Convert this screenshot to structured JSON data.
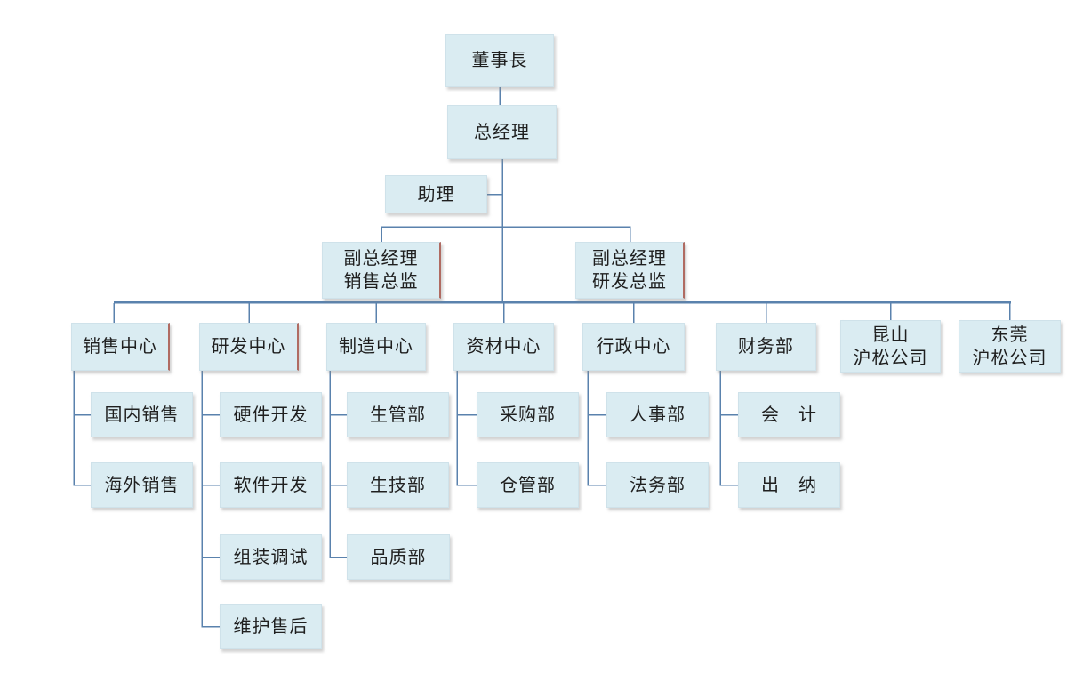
{
  "colors": {
    "background": "#ffffff",
    "node_fill": "#daecf2",
    "node_border": "#cfe2ea",
    "connector_blue": "#5a82ad",
    "accent_edge_red": "#b06b62",
    "text": "#1f1f1f"
  },
  "org_chart": {
    "type": "organization-tree",
    "nodes": {
      "chairman": {
        "label": "董事長"
      },
      "general_manager": {
        "label": "总经理"
      },
      "assistant": {
        "label": "助理"
      },
      "vp_sales": {
        "lines": [
          "副总经理",
          "销售总监"
        ]
      },
      "vp_rnd": {
        "lines": [
          "副总经理",
          "研发总监"
        ]
      },
      "sales_center": {
        "label": "销售中心"
      },
      "rnd_center": {
        "label": "研发中心"
      },
      "manufacturing_center": {
        "label": "制造中心"
      },
      "materials_center": {
        "label": "资材中心"
      },
      "admin_center": {
        "label": "行政中心"
      },
      "finance_dept": {
        "label": "财务部"
      },
      "kunshan_co": {
        "lines": [
          "昆山",
          "沪松公司"
        ]
      },
      "dongguan_co": {
        "lines": [
          "东莞",
          "沪松公司"
        ]
      },
      "domestic_sales": {
        "label": "国内销售"
      },
      "overseas_sales": {
        "label": "海外销售"
      },
      "hardware_dev": {
        "label": "硬件开发"
      },
      "software_dev": {
        "label": "软件开发"
      },
      "assembly_debug": {
        "label": "组装调试"
      },
      "maintenance_aftersales": {
        "label": "维护售后"
      },
      "production_mgmt": {
        "label": "生管部"
      },
      "production_tech": {
        "label": "生技部"
      },
      "quality_dept": {
        "label": "品质部"
      },
      "purchasing_dept": {
        "label": "采购部"
      },
      "warehouse_dept": {
        "label": "仓管部"
      },
      "hr_dept": {
        "label": "人事部"
      },
      "legal_dept": {
        "label": "法务部"
      },
      "accounting": {
        "label": "会　计"
      },
      "cashier": {
        "label": "出　纳"
      }
    },
    "edges": [
      [
        "chairman",
        "general_manager"
      ],
      [
        "general_manager",
        "assistant"
      ],
      [
        "general_manager",
        "vp_sales"
      ],
      [
        "general_manager",
        "vp_rnd"
      ],
      [
        "general_manager",
        "sales_center"
      ],
      [
        "general_manager",
        "rnd_center"
      ],
      [
        "general_manager",
        "manufacturing_center"
      ],
      [
        "general_manager",
        "materials_center"
      ],
      [
        "general_manager",
        "admin_center"
      ],
      [
        "general_manager",
        "finance_dept"
      ],
      [
        "general_manager",
        "kunshan_co"
      ],
      [
        "general_manager",
        "dongguan_co"
      ],
      [
        "sales_center",
        "domestic_sales"
      ],
      [
        "sales_center",
        "overseas_sales"
      ],
      [
        "rnd_center",
        "hardware_dev"
      ],
      [
        "rnd_center",
        "software_dev"
      ],
      [
        "rnd_center",
        "assembly_debug"
      ],
      [
        "rnd_center",
        "maintenance_aftersales"
      ],
      [
        "manufacturing_center",
        "production_mgmt"
      ],
      [
        "manufacturing_center",
        "production_tech"
      ],
      [
        "manufacturing_center",
        "quality_dept"
      ],
      [
        "materials_center",
        "purchasing_dept"
      ],
      [
        "materials_center",
        "warehouse_dept"
      ],
      [
        "admin_center",
        "hr_dept"
      ],
      [
        "admin_center",
        "legal_dept"
      ],
      [
        "finance_dept",
        "accounting"
      ],
      [
        "finance_dept",
        "cashier"
      ]
    ]
  }
}
